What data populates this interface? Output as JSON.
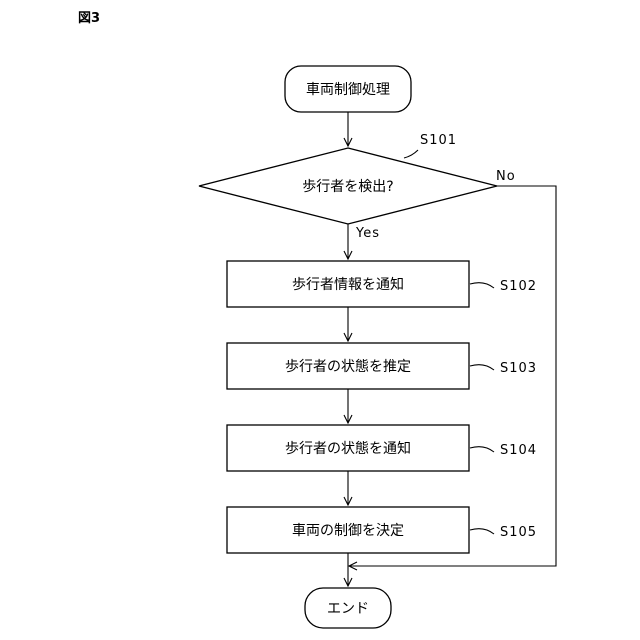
{
  "figure_label": "図3",
  "start": {
    "label": "車両制御処理"
  },
  "decision": {
    "label": "歩行者を検出?",
    "step": "S101",
    "yes_label": "Yes",
    "no_label": "No"
  },
  "steps": [
    {
      "label": "歩行者情報を通知",
      "step": "S102"
    },
    {
      "label": "歩行者の状態を推定",
      "step": "S103"
    },
    {
      "label": "歩行者の状態を通知",
      "step": "S104"
    },
    {
      "label": "車両の制御を決定",
      "step": "S105"
    }
  ],
  "end": {
    "label": "エンド"
  }
}
